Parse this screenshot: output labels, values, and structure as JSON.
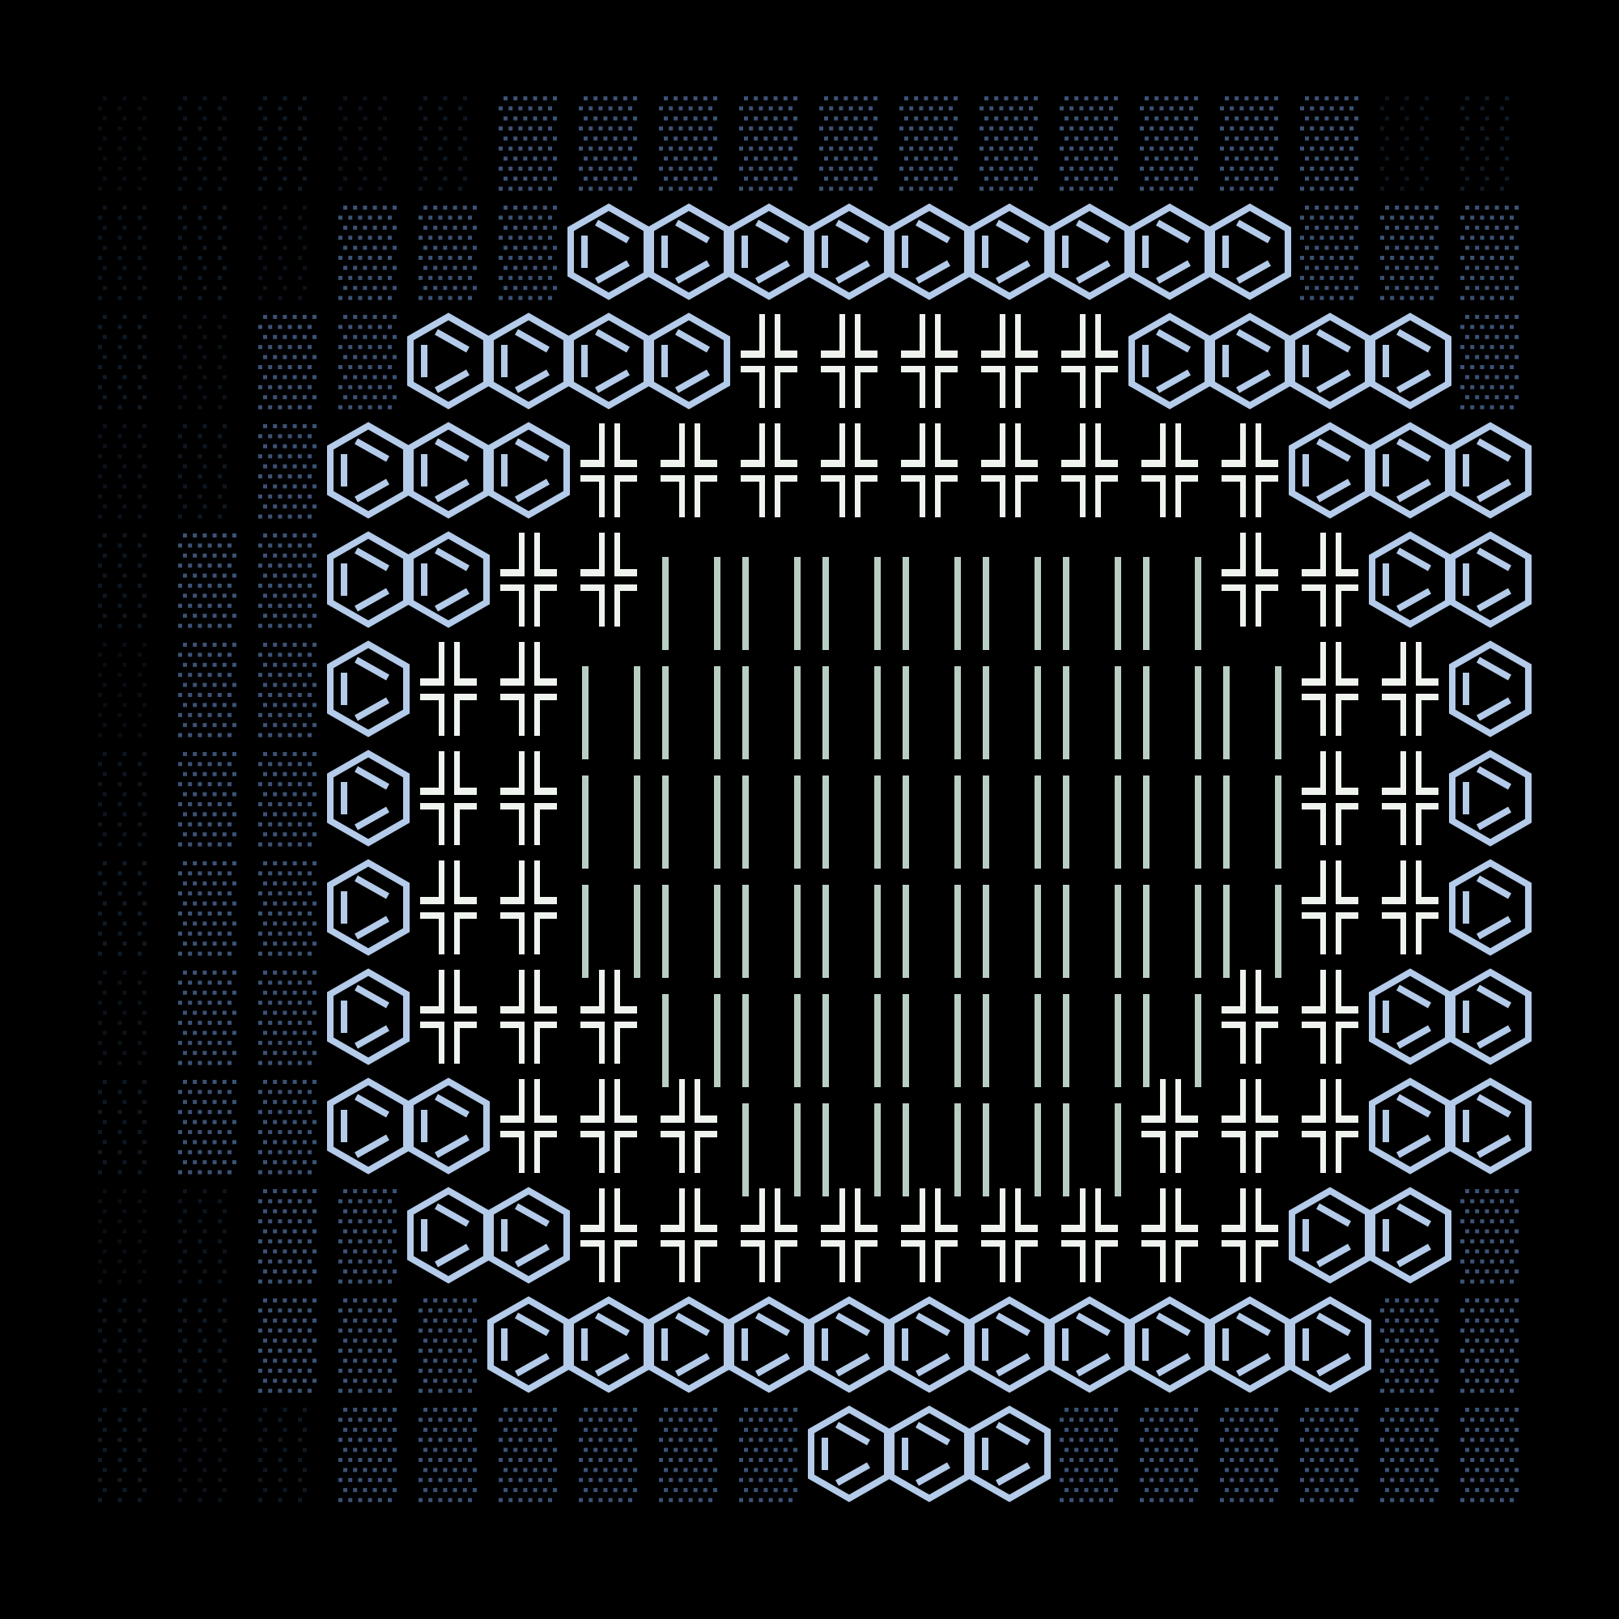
{
  "legend": {
    "d": "dim-dots",
    "b": "blue-dots",
    "h": "hexagon",
    "x": "cross",
    "l": "bars"
  },
  "grid": [
    "dddddbbbbbbbbbbbdd",
    "dddbbbhhhhhhhhhbbb",
    "ddbbhhhhxxxxxhhhhb",
    "ddbhhhxxxxxxxxxhhh",
    "dbbhhxxlllllllxxhh",
    "dbbhxxlllllllllxxh",
    "dbbhxxlllllllllxxh",
    "dbbhxxlllllllllxxh",
    "dbbhxxxlllllllxxhh",
    "dbbhhxxxlllllxxxhh",
    "ddbbhhxxxxxxxxxhhb",
    "ddbbbhhhhhhhhhhhbb",
    "dddbbbbbbhhhbbbbbb"
  ],
  "colors": {
    "background": "#000000",
    "hex": "#b4cbea",
    "cross": "#eef3ee",
    "bars": "#b9cec3",
    "blue_dots": "#3b5275",
    "dim_dots": "#0f1a24"
  }
}
